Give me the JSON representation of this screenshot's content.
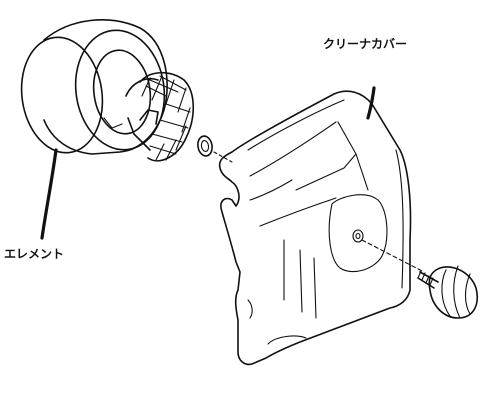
{
  "labels": {
    "cleaner_cover": "クリーナカバー",
    "element": "エレメント"
  },
  "colors": {
    "line": "#111111",
    "background": "#ffffff"
  },
  "parts": [
    {
      "name": "element",
      "icon": "cylindrical-filter-element"
    },
    {
      "name": "cleaner-cover",
      "icon": "air-cleaner-cover"
    },
    {
      "name": "knob-screw",
      "icon": "knurled-knob-screw"
    },
    {
      "name": "washer",
      "icon": "ring-washer"
    }
  ]
}
